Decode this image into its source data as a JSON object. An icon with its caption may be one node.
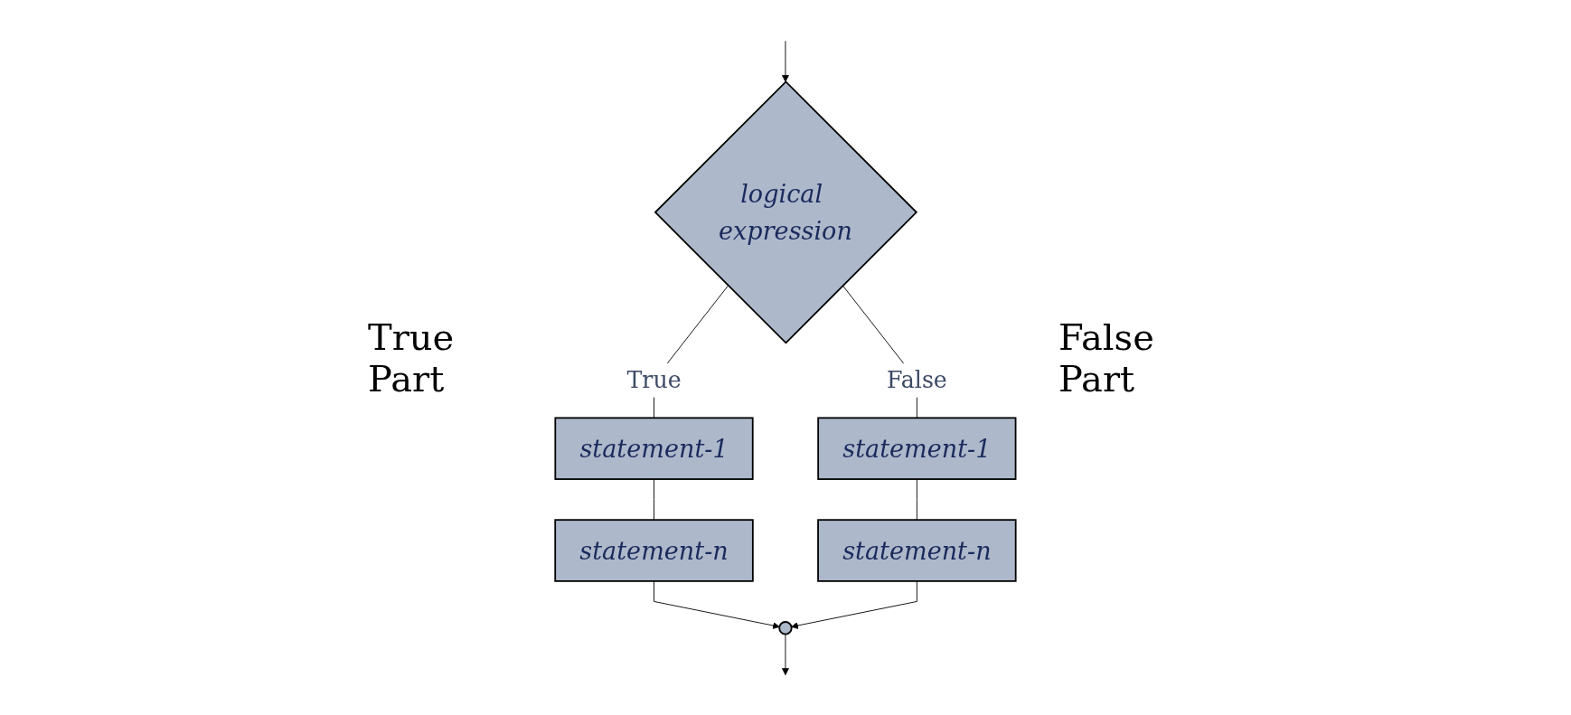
{
  "diagram": {
    "nodes": [
      {
        "text": [
          "logical expression"
        ]
      },
      {
        "text": [
          "statement-1"
        ]
      },
      {
        "text": [
          "statement-n"
        ]
      },
      {
        "text": [
          "statement-1"
        ]
      },
      {
        "text": [
          "statement-n"
        ]
      },
      {
        "text": [],
        "shape": "circle"
      }
    ],
    "edges": [
      {
        "from": null,
        "to": 0,
        "arrow": "to"
      },
      {
        "from": 0,
        "to": 1,
        "label": "True",
        "arrow": "none"
      },
      {
        "from": 1,
        "to": 2,
        "arrow": "none"
      },
      {
        "from": 0,
        "to": 3,
        "label": "False",
        "arrow": "none"
      },
      {
        "from": 3,
        "to": 4,
        "arrow": "none"
      },
      {
        "from": 2,
        "to": 5,
        "arrow": "to"
      },
      {
        "from": 4,
        "to": 5,
        "arrow": "to"
      },
      {
        "from": 5,
        "to": null,
        "arrow": "to"
      }
    ],
    "labels": [
      "True Part",
      "False Part"
    ]
  }
}
